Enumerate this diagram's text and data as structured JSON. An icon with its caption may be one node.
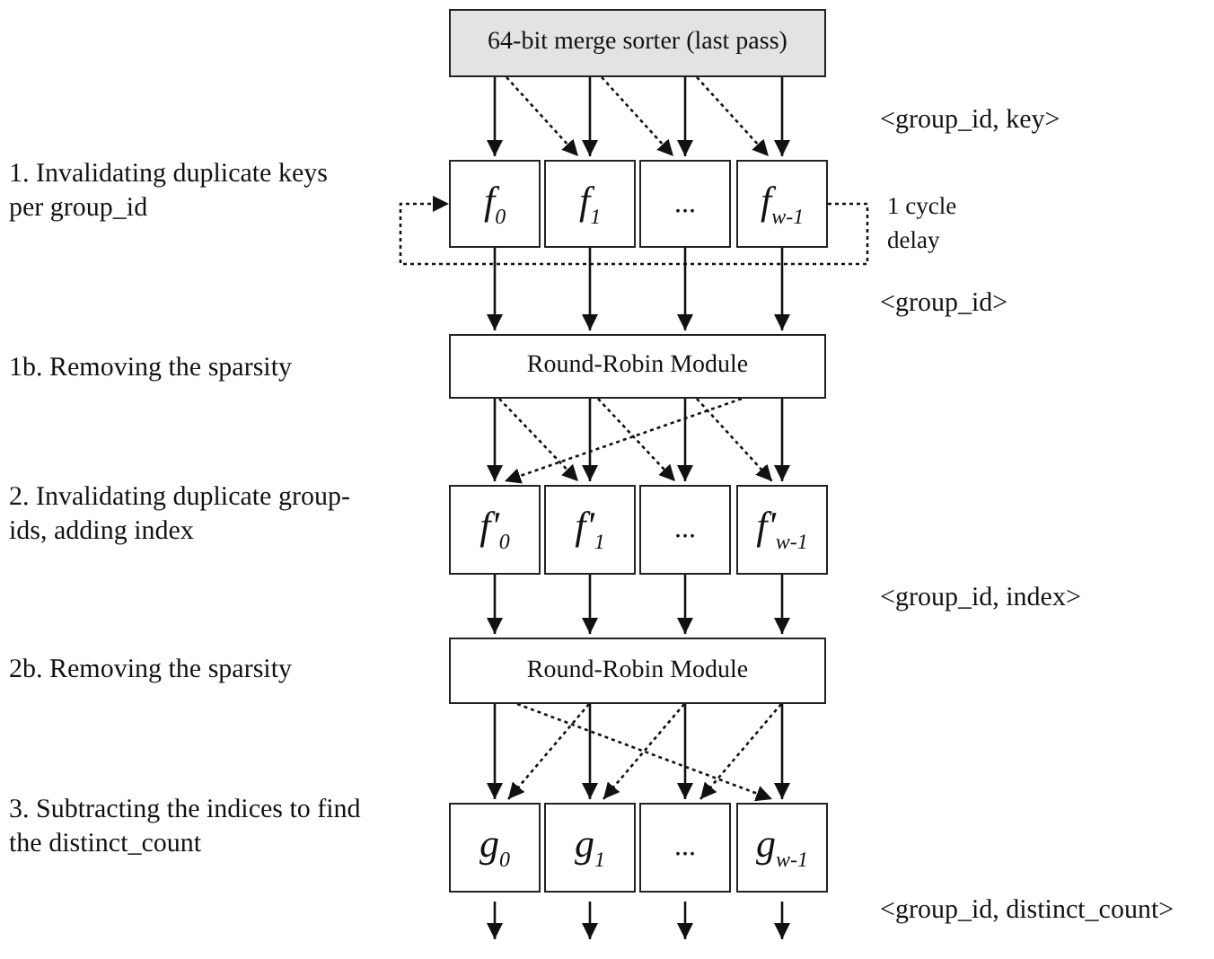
{
  "diagram": {
    "nodes": [
      {
        "text": [
          "64-bit merge sorter (last pass)"
        ]
      },
      {
        "text": [
          "f$_{0}$"
        ]
      },
      {
        "text": [
          "f$_{1}$"
        ]
      },
      {
        "text": [
          "..."
        ]
      },
      {
        "text": [
          "f$_{w-1}$"
        ]
      },
      {
        "text": [
          "Round-Robin Module"
        ]
      },
      {
        "text": [
          "f'$_{0}$"
        ]
      },
      {
        "text": [
          "f'$_{1}$"
        ]
      },
      {
        "text": [
          "..."
        ]
      },
      {
        "text": [
          "f'$_{w-1}$"
        ]
      },
      {
        "text": [
          "Round-Robin Module"
        ]
      },
      {
        "text": [
          "g$_{0}$"
        ]
      },
      {
        "text": [
          "g$_{1}$"
        ]
      },
      {
        "text": [
          "..."
        ]
      },
      {
        "text": [
          "g$_{w-1}$"
        ]
      }
    ],
    "edges": [
      {
        "from": 0,
        "to": 1,
        "arrow": "to"
      },
      {
        "from": 0,
        "to": 2,
        "arrow": "to"
      },
      {
        "from": 0,
        "to": 3,
        "arrow": "to"
      },
      {
        "from": 0,
        "to": 4,
        "arrow": "to"
      },
      {
        "from": 0,
        "to": 2,
        "arrow": "to",
        "style": "dashed"
      },
      {
        "from": 0,
        "to": 3,
        "arrow": "to",
        "style": "dashed"
      },
      {
        "from": 0,
        "to": 4,
        "arrow": "to",
        "style": "dashed"
      },
      {
        "from": 4,
        "to": 1,
        "arrow": "to",
        "style": "dashed"
      },
      {
        "from": 1,
        "to": 5,
        "arrow": "to"
      },
      {
        "from": 2,
        "to": 5,
        "arrow": "to"
      },
      {
        "from": 3,
        "to": 5,
        "arrow": "to"
      },
      {
        "from": 4,
        "to": 5,
        "arrow": "to"
      },
      {
        "from": 5,
        "to": 6,
        "arrow": "to"
      },
      {
        "from": 5,
        "to": 7,
        "arrow": "to"
      },
      {
        "from": 5,
        "to": 8,
        "arrow": "to"
      },
      {
        "from": 5,
        "to": 9,
        "arrow": "to"
      },
      {
        "from": 5,
        "to": 7,
        "arrow": "to",
        "style": "dashed"
      },
      {
        "from": 5,
        "to": 8,
        "arrow": "to",
        "style": "dashed"
      },
      {
        "from": 5,
        "to": 9,
        "arrow": "to",
        "style": "dashed"
      },
      {
        "from": 5,
        "to": 6,
        "arrow": "to",
        "style": "dashed"
      },
      {
        "from": 6,
        "to": 10,
        "arrow": "to"
      },
      {
        "from": 7,
        "to": 10,
        "arrow": "to"
      },
      {
        "from": 8,
        "to": 10,
        "arrow": "to"
      },
      {
        "from": 9,
        "to": 10,
        "arrow": "to"
      },
      {
        "from": 10,
        "to": 11,
        "arrow": "to"
      },
      {
        "from": 10,
        "to": 12,
        "arrow": "to"
      },
      {
        "from": 10,
        "to": 13,
        "arrow": "to"
      },
      {
        "from": 10,
        "to": 14,
        "arrow": "to"
      },
      {
        "from": 10,
        "to": 11,
        "arrow": "to",
        "style": "dashed"
      },
      {
        "from": 10,
        "to": 12,
        "arrow": "to",
        "style": "dashed"
      },
      {
        "from": 10,
        "to": 13,
        "arrow": "to",
        "style": "dashed"
      },
      {
        "from": 10,
        "to": 14,
        "arrow": "to",
        "style": "dashed"
      },
      {
        "from": 11,
        "to": null,
        "arrow": "to"
      },
      {
        "from": 12,
        "to": null,
        "arrow": "to"
      },
      {
        "from": 13,
        "to": null,
        "arrow": "to"
      },
      {
        "from": 14,
        "to": null,
        "arrow": "to"
      }
    ],
    "labels": [
      "<group_id, key>",
      "1. Invalidating duplicate keys per group_id",
      "1 cycle delay",
      "<group_id>",
      "1b. Removing the sparsity",
      "2. Invalidating duplicate group-ids, adding index",
      "<group_id, index>",
      "2b. Removing the sparsity",
      "3. Subtracting the indices to find the distinct_count",
      "<group_id, distinct_count>"
    ]
  }
}
